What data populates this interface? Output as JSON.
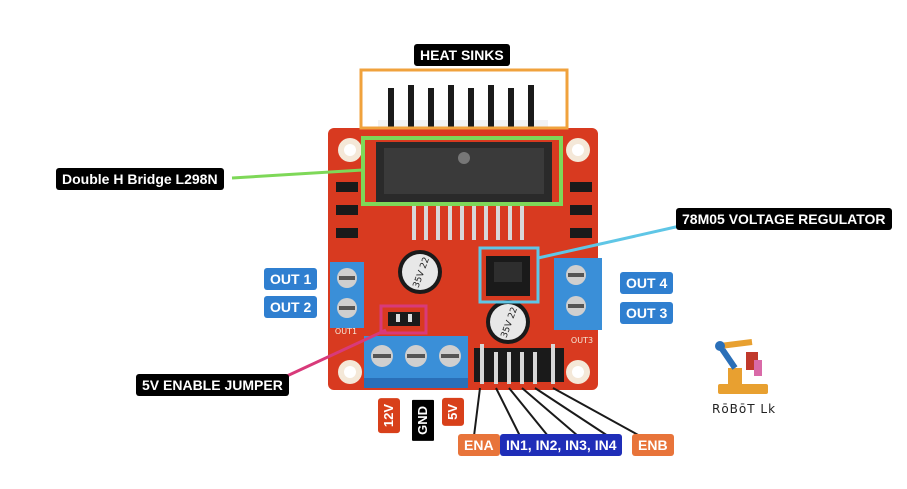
{
  "labels": {
    "heat_sinks": "HEAT SINKS",
    "h_bridge": "Double H Bridge L298N",
    "regulator": "78M05 VOLTAGE REGULATOR",
    "out1": "OUT 1",
    "out2": "OUT 2",
    "out3": "OUT 3",
    "out4": "OUT 4",
    "jumper": "5V ENABLE JUMPER",
    "v12": "12V",
    "gnd": "GND",
    "v5": "5V",
    "ena": "ENA",
    "inputs": "IN1, IN2, IN3, IN4",
    "enb": "ENB"
  },
  "brand": "RōBōT Lk",
  "board_print": {
    "cap_left": "35V 22",
    "cap_right": "35V 22",
    "out1_silk": "OUT1",
    "out3_silk": "OUT3"
  },
  "colors": {
    "board": "#d83a20",
    "heatsink_box": "#f0a23c",
    "h_bridge_box": "#7ed858",
    "regulator_box": "#5fc6e6",
    "jumper_box": "#d83a7a",
    "terminal_blue": "#3a8fd8",
    "label_blue": "#2f7fd0",
    "label_navy": "#1f2eb8",
    "label_orange": "#e8743a",
    "label_red": "#d8401a"
  }
}
